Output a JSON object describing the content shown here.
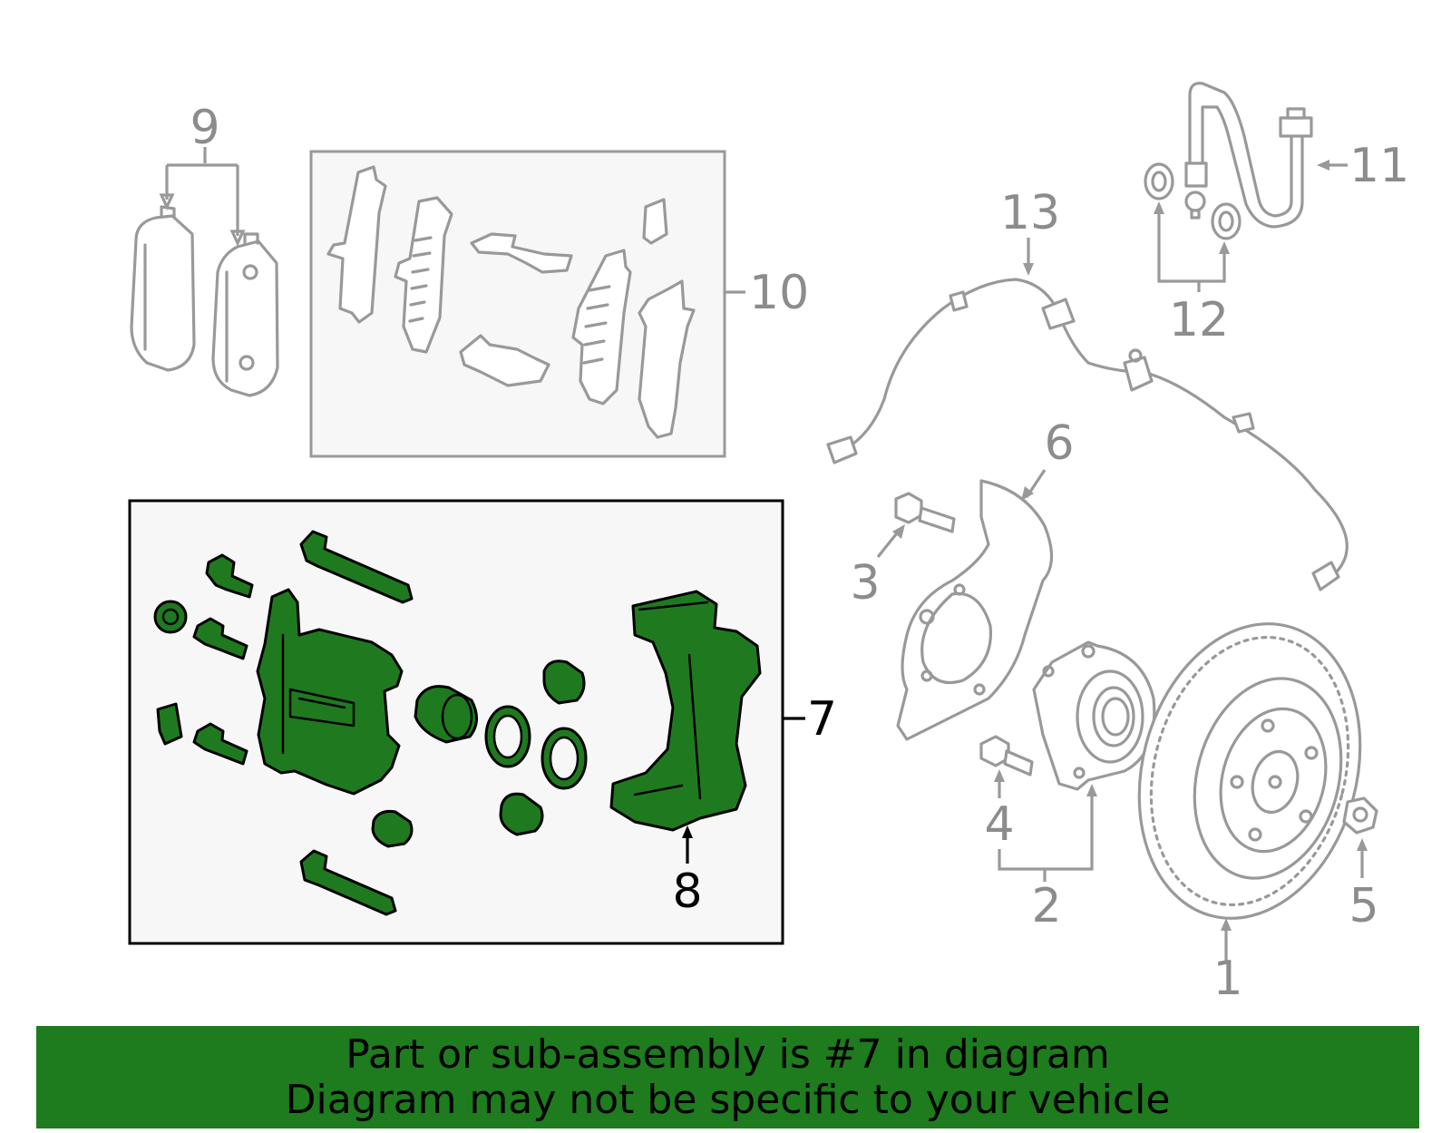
{
  "callouts": {
    "c1": "1",
    "c2": "2",
    "c3": "3",
    "c4": "4",
    "c5": "5",
    "c6": "6",
    "c7": "7",
    "c8": "8",
    "c9": "9",
    "c10": "10",
    "c11": "11",
    "c12": "12",
    "c13": "13"
  },
  "highlighted_part": "7",
  "colors": {
    "highlight": "#1f7a1f",
    "banner": "#1e7b1e",
    "line_gray": "#999999"
  },
  "banner": {
    "line1": "Part or sub-assembly is #7 in diagram",
    "line2": "Diagram may not be specific to your vehicle"
  }
}
